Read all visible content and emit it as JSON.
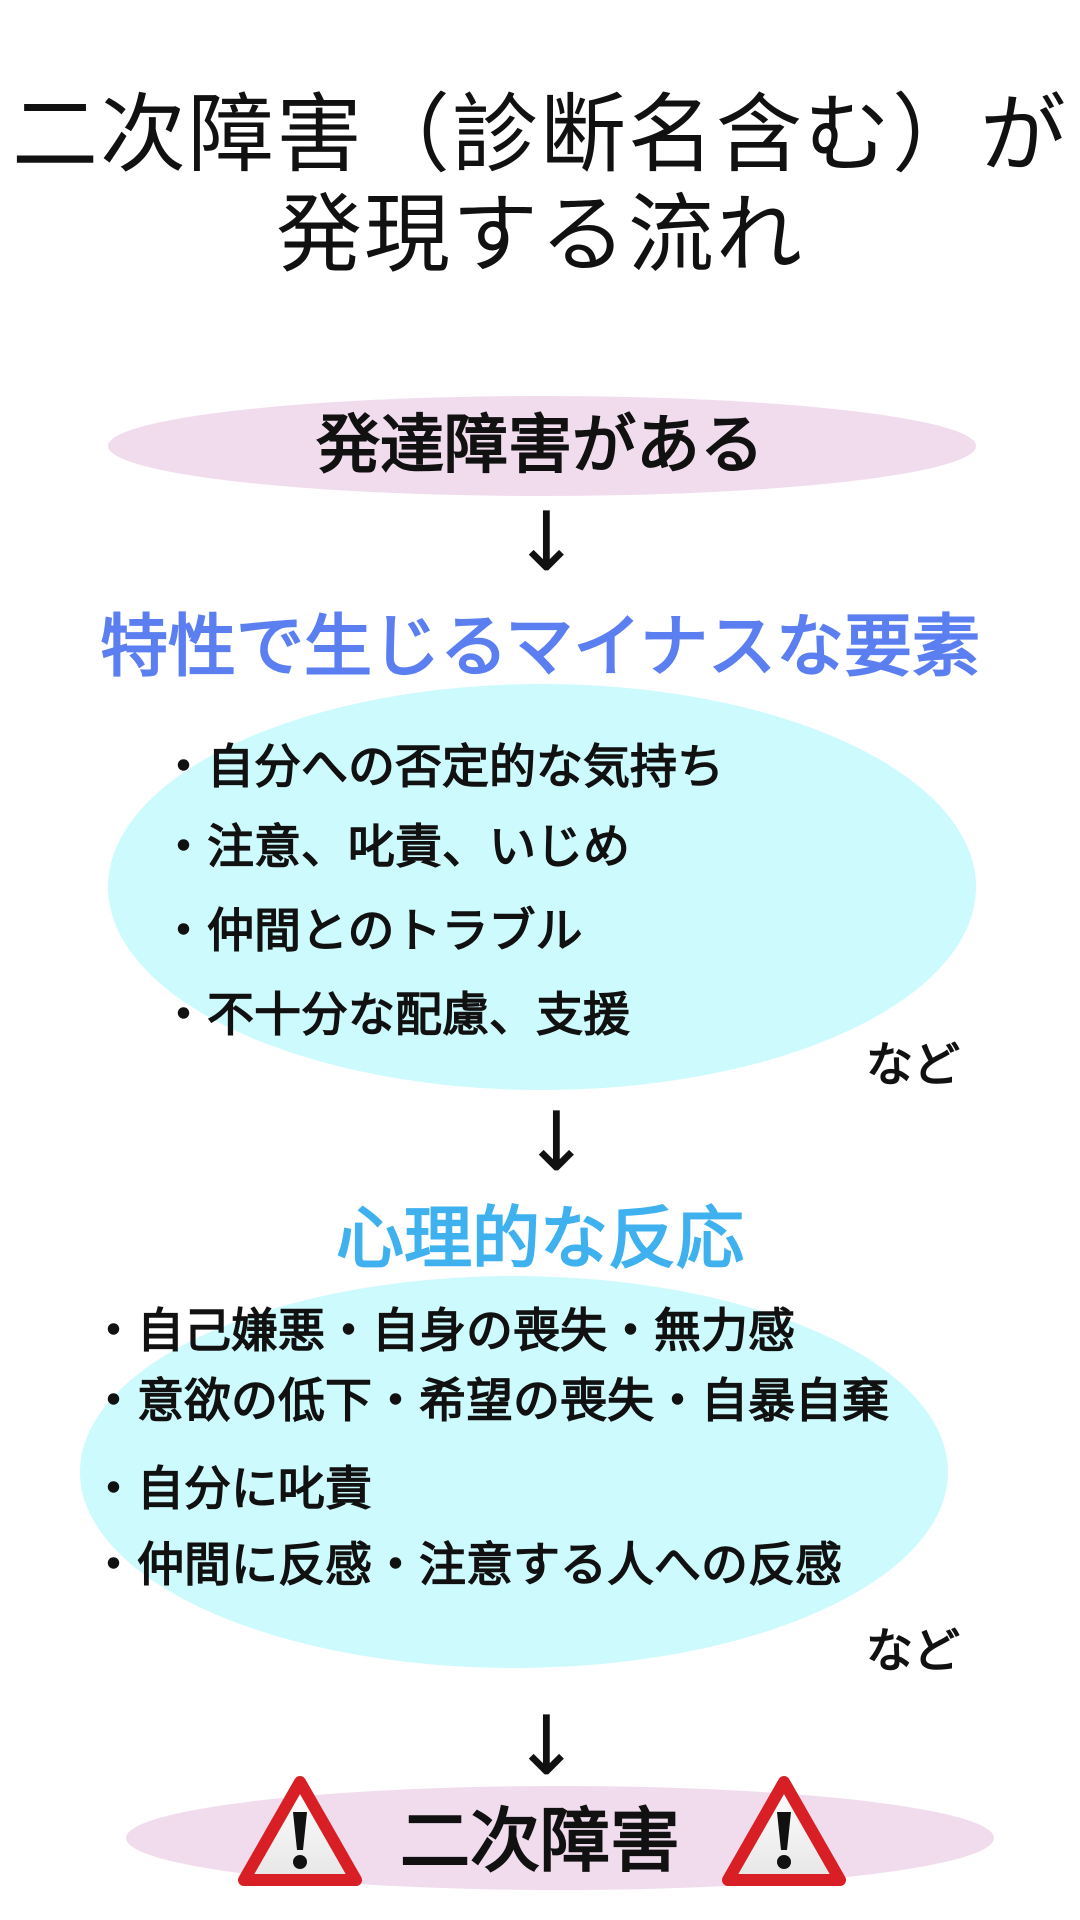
{
  "title": {
    "line1": "二次障害（診断名含む）が",
    "line2": "発現する流れ"
  },
  "start": {
    "label": "発達障害がある"
  },
  "arrows": [
    "↓",
    "↓",
    "↓"
  ],
  "factors": {
    "heading": "特性で生じるマイナスな要素",
    "items": [
      "・自分への否定的な気持ち",
      "・注意、叱責、いじめ",
      "・仲間とのトラブル",
      "・不十分な配慮、支援"
    ],
    "etc": "など"
  },
  "reactions": {
    "heading": "心理的な反応",
    "items": [
      "・自己嫌悪・自身の喪失・無力感",
      "・意欲の低下・希望の喪失・自暴自棄",
      "・自分に叱責",
      "・仲間に反感・注意する人への反感"
    ],
    "etc": "など"
  },
  "result": {
    "label": "二次障害",
    "icon": "warning-icon"
  },
  "colors": {
    "pink_ellipse": "#f1dcee",
    "cyan_ellipse": "#cdfafd",
    "factors_heading": "#5b7ff0",
    "reactions_heading": "#3fb1ee",
    "warning_red": "#d81f26"
  }
}
